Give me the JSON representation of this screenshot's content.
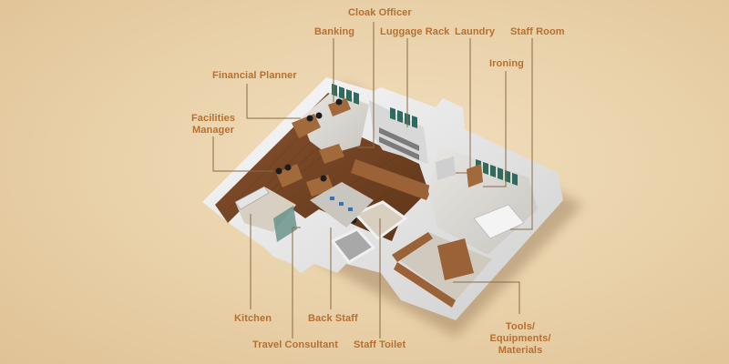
{
  "diagram": {
    "type": "isometric floor plan",
    "colors": {
      "background": "#ead3ac",
      "label_text": "#b86f2e",
      "leader_line": "#8a6a48",
      "wood_floor": "#7a4a26",
      "wall": "#f2f2f2",
      "window_glass": "#2f6a5e"
    },
    "labels": {
      "cloak_officer": "Cloak Officer",
      "banking": "Banking",
      "luggage_rack": "Luggage Rack",
      "laundry": "Laundry",
      "staff_room": "Staff Room",
      "ironing": "Ironing",
      "financial_planner": "Financial Planner",
      "facilities_manager_line1": "Facilities",
      "facilities_manager_line2": "Manager",
      "kitchen": "Kitchen",
      "travel_consultant": "Travel Consultant",
      "back_staff": "Back Staff",
      "staff_toilet": "Staff Toilet",
      "tools_line1": "Tools/",
      "tools_line2": "Equipments/",
      "tools_line3": "Materials"
    }
  }
}
